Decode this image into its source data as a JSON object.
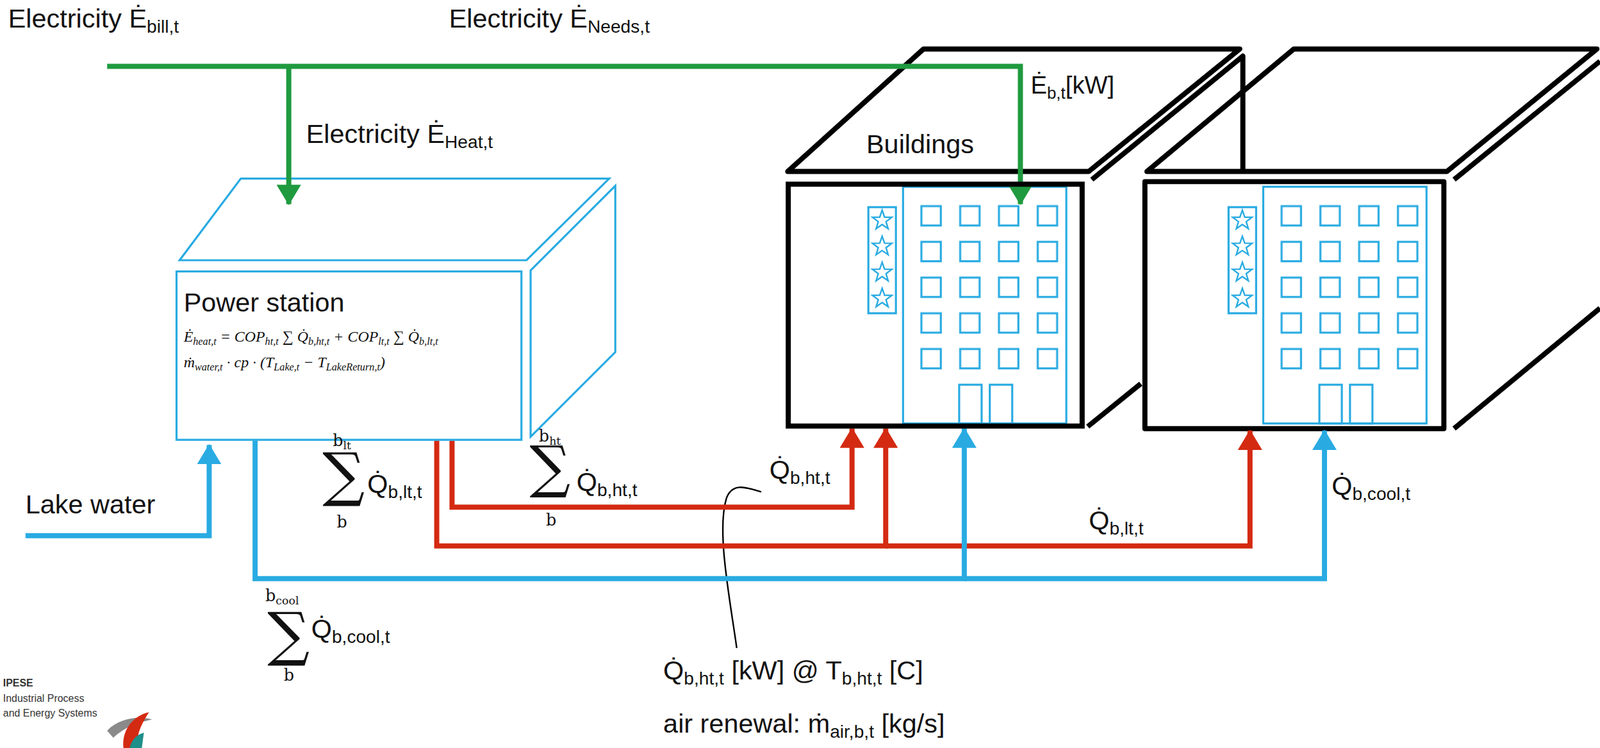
{
  "diagram": {
    "nodes": [
      {
        "text": [
          "Power station",
          "Ėheat,t = COPht,t ∑ Q̇b,ht,t + COPlt,t ∑ Q̇b,lt,t",
          "ṁwater,t · cp · (TLake,t − TLakeReturn,t)"
        ]
      },
      {
        "text": [
          "Buildings"
        ]
      }
    ],
    "edges": [
      {
        "from": 0,
        "to": 1,
        "arrow": "to",
        "label": "Q̇b,ht,t"
      },
      {
        "from": 0,
        "to": 1,
        "arrow": "to"
      },
      {
        "from": 0,
        "to": 1,
        "arrow": "to"
      }
    ],
    "labels": [
      "Electricity Ėbill,t",
      "Electricity ĖNeeds,t",
      "Electricity ĖHeat,t",
      "Ėb,t[kW]",
      "Lake water",
      "blt",
      "∑",
      "b",
      "Q̇b,lt,t",
      "bht",
      "∑",
      "b",
      "Q̇b,ht,t",
      "Q̇b,lt,t",
      "Q̇b,cool,t",
      "bcool",
      "∑",
      "b",
      "Q̇b,cool,t",
      "Q̇b,ht,t [kW] @ Tb,ht,t [C]",
      "air renewal: ṁair,b,t [kg/s]",
      "IPESE",
      "Industrial Process",
      "and Energy Systems"
    ]
  }
}
